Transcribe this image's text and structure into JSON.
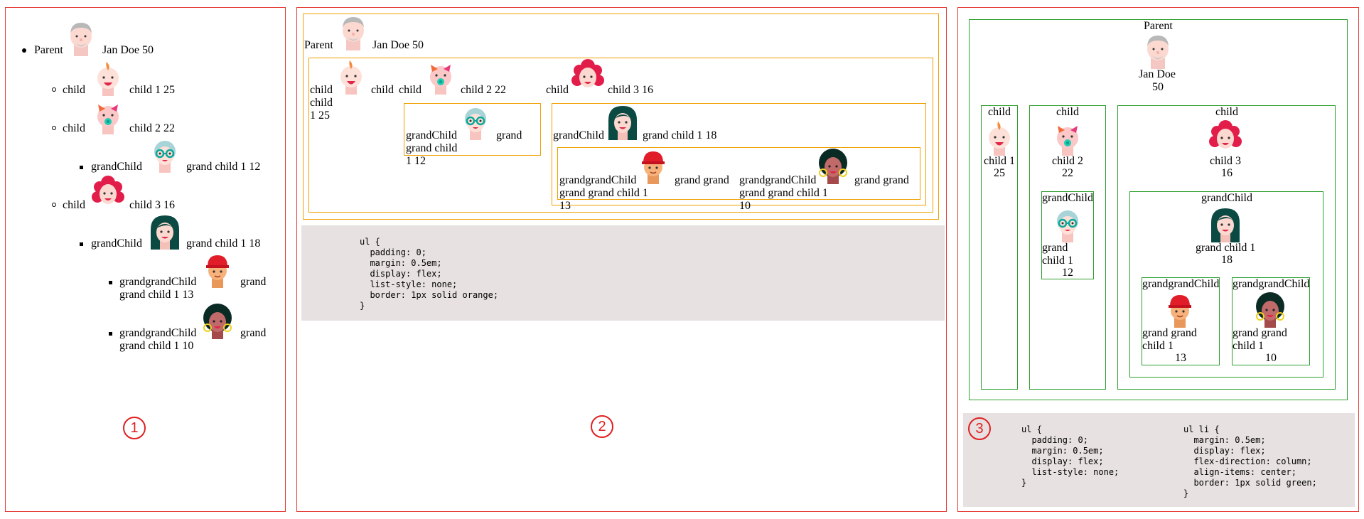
{
  "tree": {
    "parent": {
      "label": "Parent",
      "name": "Jan Doe",
      "age": "50",
      "avatar": "grandpa-avatar-icon"
    },
    "children": [
      {
        "label": "child",
        "name": "child 1",
        "age": "25",
        "avatar": "baby-avatar-icon"
      },
      {
        "label": "child",
        "name": "child 2",
        "age": "22",
        "avatar": "pacifier-baby-avatar-icon"
      },
      {
        "label": "child",
        "name": "child 3",
        "age": "16",
        "avatar": "curly-girl-avatar-icon"
      }
    ],
    "grandchildren": [
      {
        "label": "grandChild",
        "name": "grand child 1",
        "age": "12",
        "avatar": "glasses-granny-avatar-icon"
      },
      {
        "label": "grandChild",
        "name": "grand child 1",
        "age": "18",
        "avatar": "dark-hair-woman-avatar-icon"
      }
    ],
    "greatgrandchildren": [
      {
        "label": "grandgrandChild",
        "name": "grand grand child 1",
        "age": "13",
        "avatar": "red-cap-boy-avatar-icon"
      },
      {
        "label": "grandgrandChild",
        "name": "grand grand child 1",
        "age": "10",
        "avatar": "earring-woman-avatar-icon"
      }
    ]
  },
  "panels": {
    "p1_number": "1",
    "p2_number": "2",
    "p3_number": "3"
  },
  "code": {
    "p2": "ul {\n  padding: 0;\n  margin: 0.5em;\n  display: flex;\n  list-style: none;\n  border: 1px solid orange;\n}",
    "p3_ul": "ul {\n  padding: 0;\n  margin: 0.5em;\n  display: flex;\n  list-style: none;\n}",
    "p3_li": "ul li {\n  margin: 0.5em;\n  display: flex;\n  flex-direction: column;\n  align-items: center;\n  border: 1px solid green;\n}"
  },
  "colors": {
    "panel_border": "#e53935",
    "orange_border": "#f0a000",
    "green_border": "#2e9e2e",
    "code_bg": "#e7e1e1"
  }
}
